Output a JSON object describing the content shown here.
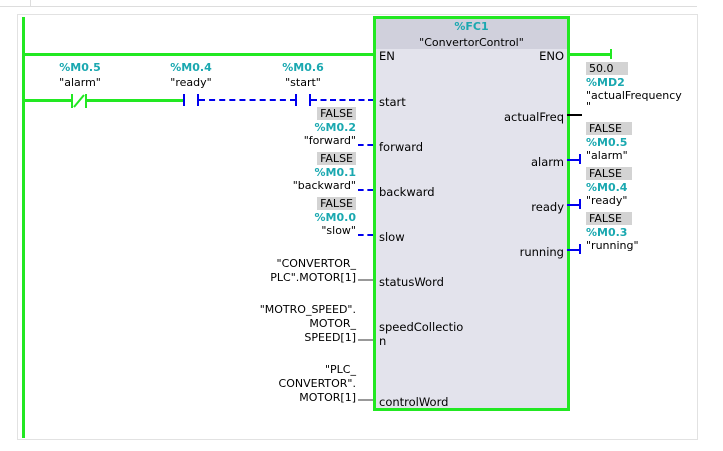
{
  "block": {
    "address": "%FC1",
    "name": "\"ConvertorControl\"",
    "en": "EN",
    "eno": "ENO"
  },
  "contacts": [
    {
      "address": "%M0.5",
      "tag": "\"alarm\"",
      "type": "normally-closed"
    },
    {
      "address": "%M0.4",
      "tag": "\"ready\"",
      "type": "normally-open"
    },
    {
      "address": "%M0.6",
      "tag": "\"start\"",
      "type": "normally-open"
    }
  ],
  "inputs": [
    {
      "pin": "start"
    },
    {
      "pin": "forward",
      "value": "FALSE",
      "address": "%M0.2",
      "tag": "\"forward\""
    },
    {
      "pin": "backward",
      "value": "FALSE",
      "address": "%M0.1",
      "tag": "\"backward\""
    },
    {
      "pin": "slow",
      "value": "FALSE",
      "address": "%M0.0",
      "tag": "\"slow\""
    },
    {
      "pin": "statusWord",
      "tag1": "\"CONVERTOR_",
      "tag2": "PLC\".MOTOR[1]"
    },
    {
      "pin1": "speedCollectio",
      "pin2": "n",
      "tag1": "\"MOTRO_SPEED\".",
      "tag2": "MOTOR_",
      "tag3": "SPEED[1]"
    },
    {
      "pin": "controlWord",
      "tag1": "\"PLC_",
      "tag2": "CONVERTOR\".",
      "tag3": "MOTOR[1]"
    }
  ],
  "outputs": [
    {
      "pin": "actualFreq",
      "value": "50.0",
      "address": "%MD2",
      "tag1": "\"actualFrequency",
      "tag2": "\""
    },
    {
      "pin": "alarm",
      "value": "FALSE",
      "address": "%M0.5",
      "tag": "\"alarm\""
    },
    {
      "pin": "ready",
      "value": "FALSE",
      "address": "%M0.4",
      "tag": "\"ready\""
    },
    {
      "pin": "running",
      "value": "FALSE",
      "address": "%M0.3",
      "tag": "\"running\""
    }
  ]
}
